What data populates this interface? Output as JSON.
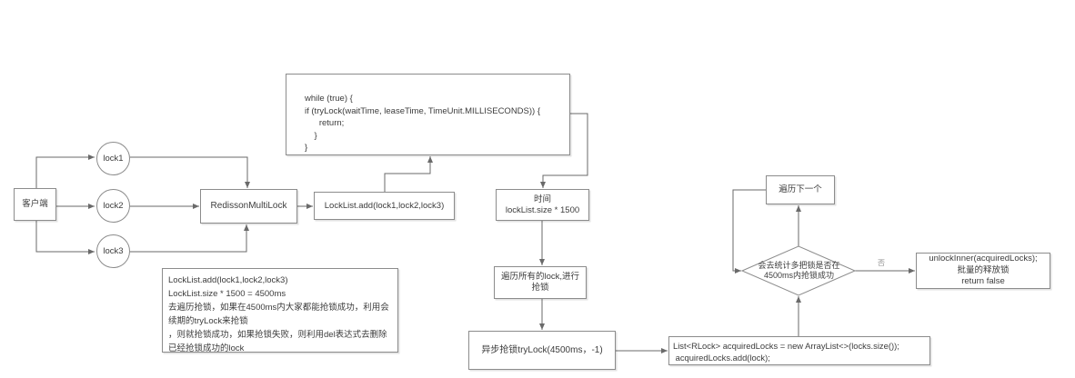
{
  "colors": {
    "background": "#ffffff",
    "line": "#6a6a6a",
    "border": "#8c8c8c",
    "text": "#3c3c3c"
  },
  "diagram": {
    "client": "客户端",
    "locks": [
      "lock1",
      "lock2",
      "lock3"
    ],
    "multilock": "RedissonMultiLock",
    "locklist_add": "LockList.add(lock1,lock2,lock3)",
    "while_code": "while (true) {\nif (tryLock(waitTime, leaseTime, TimeUnit.MILLISECONDS)) {\n      return;\n    }\n}",
    "time_box": "时间\nlockList.size * 1500",
    "traverse_all": "遍历所有的lock,进行\n抢锁",
    "async_trylock": "异步抢锁tryLock(4500ms，-1)",
    "acquired_list": "List<RLock> acquiredLocks = new ArrayList<>(locks.size());\n acquiredLocks.add(lock);",
    "decision": "会去统计多把锁是否在\n4500ms内抢锁成功",
    "unlock_inner": "unlockInner(acquiredLocks);\n批量的释放锁\nreturn false",
    "traverse_next": "遍历下一个",
    "note": "LockList.add(lock1,lock2,lock3)\nLockList.size * 1500 = 4500ms\n去遍历抢锁，如果在4500ms内大家都能抢锁成功，利用会续期的tryLock来抢锁\n，则就抢锁成功，如果抢锁失败，则利用del表达式去删除已经抢锁成功的lock",
    "edge_label_no": "否"
  }
}
